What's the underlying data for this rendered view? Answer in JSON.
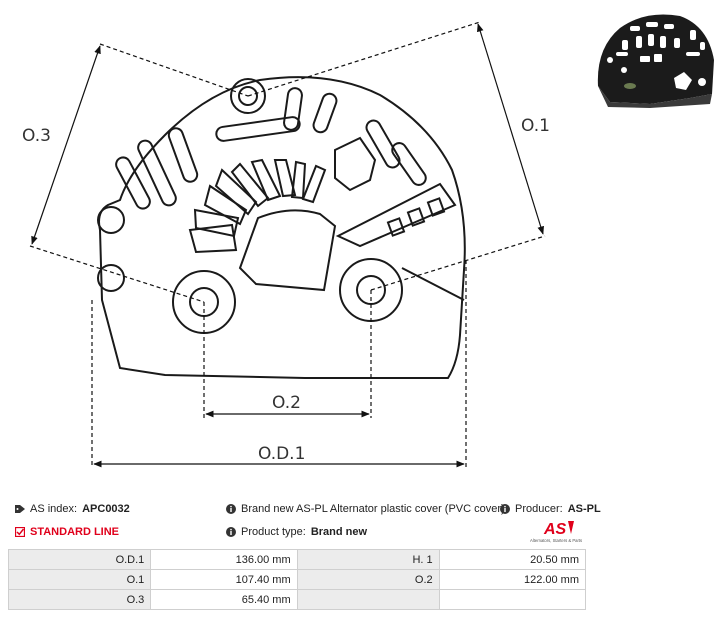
{
  "drawing": {
    "dimensions": {
      "od1": "O.D.1",
      "o1": "O.1",
      "o2": "O.2",
      "o3": "O.3"
    }
  },
  "info": {
    "as_index_label": "AS index:",
    "as_index_value": "APC0032",
    "standard_line": "STANDARD LINE",
    "description": "Brand new AS-PL Alternator plastic cover (PVC cover)",
    "product_type_label": "Product type:",
    "product_type_value": "Brand new",
    "producer_label": "Producer:",
    "producer_value": "AS-PL"
  },
  "logo": {
    "text": "AS",
    "tagline": "Alternators, Starters & Parts"
  },
  "specs": [
    {
      "label": "O.D.1",
      "value": "136.00 mm",
      "label2": "H. 1",
      "value2": "20.50 mm"
    },
    {
      "label": "O.1",
      "value": "107.40 mm",
      "label2": "O.2",
      "value2": "122.00 mm"
    },
    {
      "label": "O.3",
      "value": "65.40 mm",
      "label2": "",
      "value2": ""
    }
  ],
  "colors": {
    "accent_red": "#e0001b",
    "line": "#1a1a1a",
    "table_label_bg": "#ececec"
  }
}
